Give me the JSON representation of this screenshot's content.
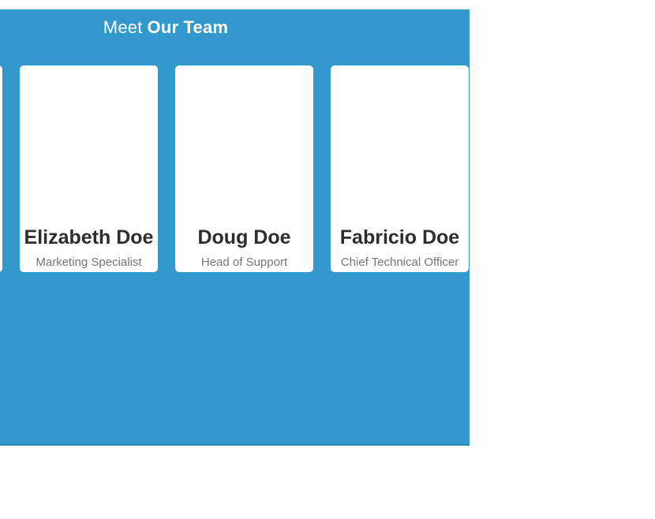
{
  "theme": {
    "colors": {
      "accent": "#3399cc",
      "accent-dark": "#2e86ad",
      "page-bg": "#ffffff",
      "card-bg": "#ffffff",
      "heading-color": "#ffffff",
      "name-color": "#2d2d2d",
      "role-color": "#757575"
    }
  },
  "team": {
    "heading": {
      "light": "Meet",
      "bold": "Our Team"
    },
    "members": [
      {
        "name": "",
        "role": ""
      },
      {
        "name": "Elizabeth Doe",
        "role": "Marketing Specialist"
      },
      {
        "name": "Doug Doe",
        "role": "Head of Support"
      },
      {
        "name": "Fabricio Doe",
        "role": "Chief Technical Officer"
      }
    ]
  }
}
